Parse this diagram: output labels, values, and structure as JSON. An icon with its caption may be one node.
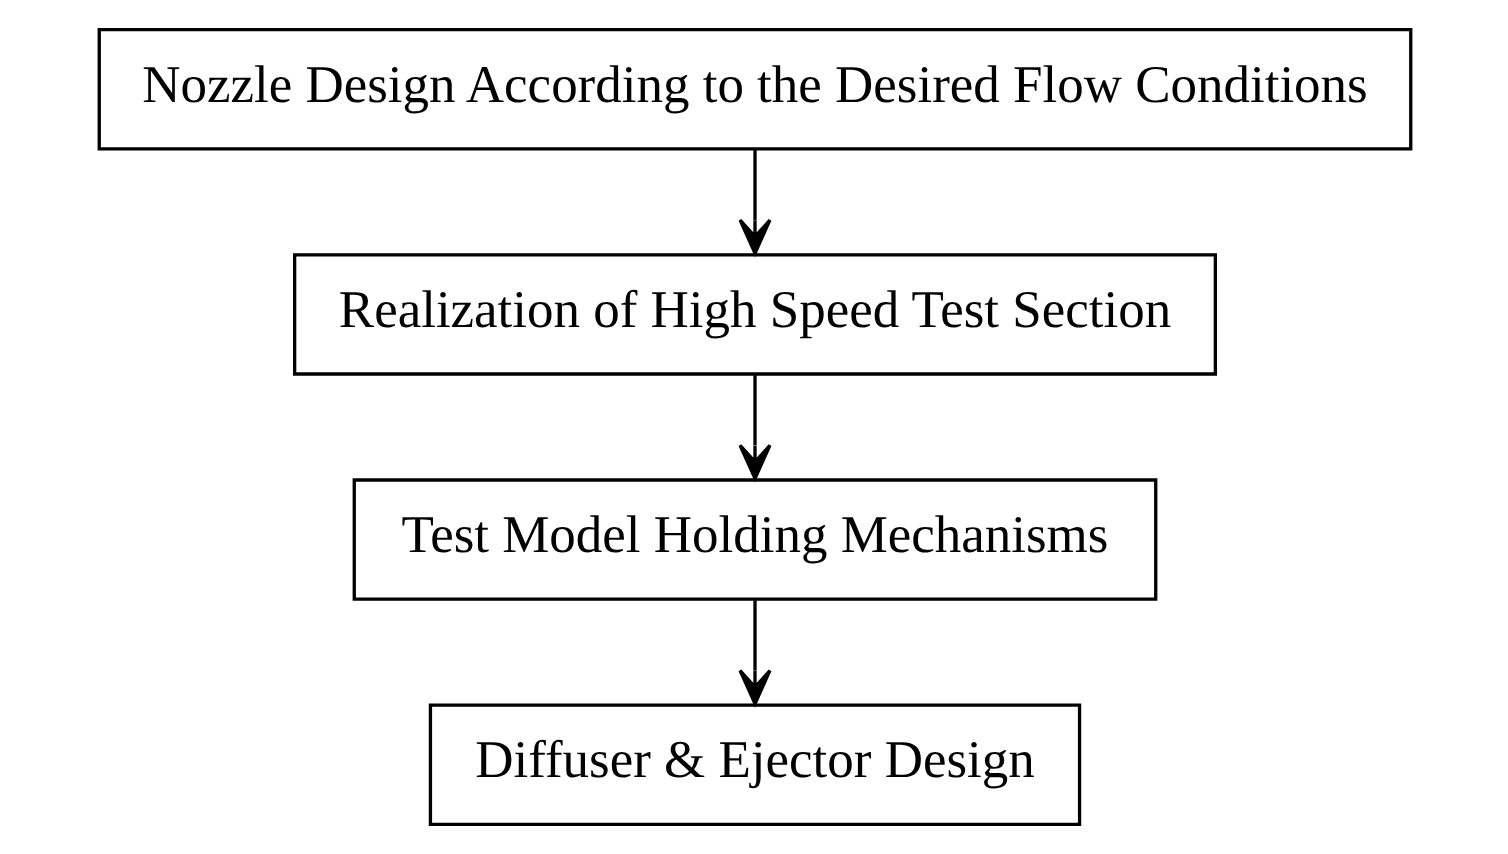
{
  "diagram": {
    "nodes": [
      {
        "text": [
          "Nozzle Design According to the Desired Flow Conditions"
        ]
      },
      {
        "text": [
          "Realization of High Speed Test Section"
        ]
      },
      {
        "text": [
          "Test Model Holding Mechanisms"
        ]
      },
      {
        "text": [
          "Diffuser & Ejector Design"
        ]
      }
    ],
    "edges": [
      {
        "from": 0,
        "to": 1,
        "arrow": "to"
      },
      {
        "from": 1,
        "to": 2,
        "arrow": "to"
      },
      {
        "from": 2,
        "to": 3,
        "arrow": "to"
      }
    ]
  }
}
